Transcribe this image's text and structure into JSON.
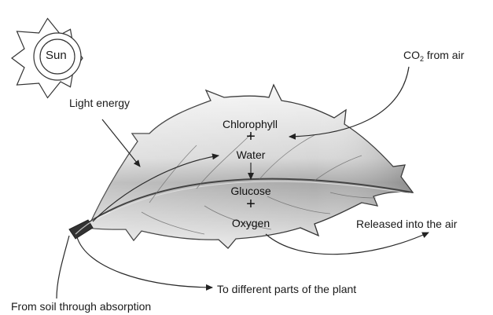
{
  "sun": {
    "label": "Sun"
  },
  "labels": {
    "light_energy": "Light energy",
    "co2": "CO",
    "co2_sub": "2",
    "co2_rest": " from air",
    "released": "Released into the air",
    "to_parts": "To different parts of the plant",
    "from_soil": "From soil through absorption"
  },
  "leaf": {
    "chlorophyll": "Chlorophyll",
    "plus1": "+",
    "water": "Water",
    "arrow": "↓",
    "glucose": "Glucose",
    "plus2": "+",
    "oxygen": "Oxygen"
  },
  "colors": {
    "line": "#2a2a2a",
    "leaf_light": "#f4f4f4",
    "leaf_dark": "#8a8a8a"
  }
}
